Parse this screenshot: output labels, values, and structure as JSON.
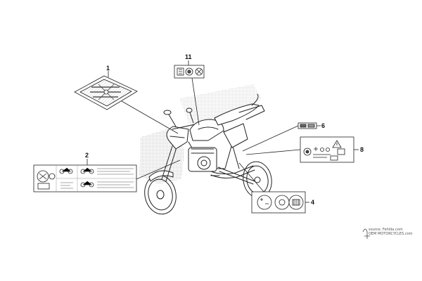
{
  "callouts": {
    "c1": "1",
    "c2": "2",
    "c4": "4",
    "c6": "6",
    "c8": "8",
    "c11": "11"
  },
  "source": {
    "line1": "source: Fehlda.com",
    "line2": "OEM MOTORCYCLES.com"
  },
  "colors": {
    "line": "#222222",
    "hatch": "#c8c8c8",
    "label_fill": "#ffffff",
    "band_dark": "#555555"
  },
  "icons": {
    "label_1": "diamond-stripes-emblem",
    "label_2": "multi-pictogram-warning-label",
    "label_4": "round-pictogram-label",
    "label_6": "small-bar-label",
    "label_8": "caution-triangle-label",
    "label_11": "three-pictogram-label"
  }
}
